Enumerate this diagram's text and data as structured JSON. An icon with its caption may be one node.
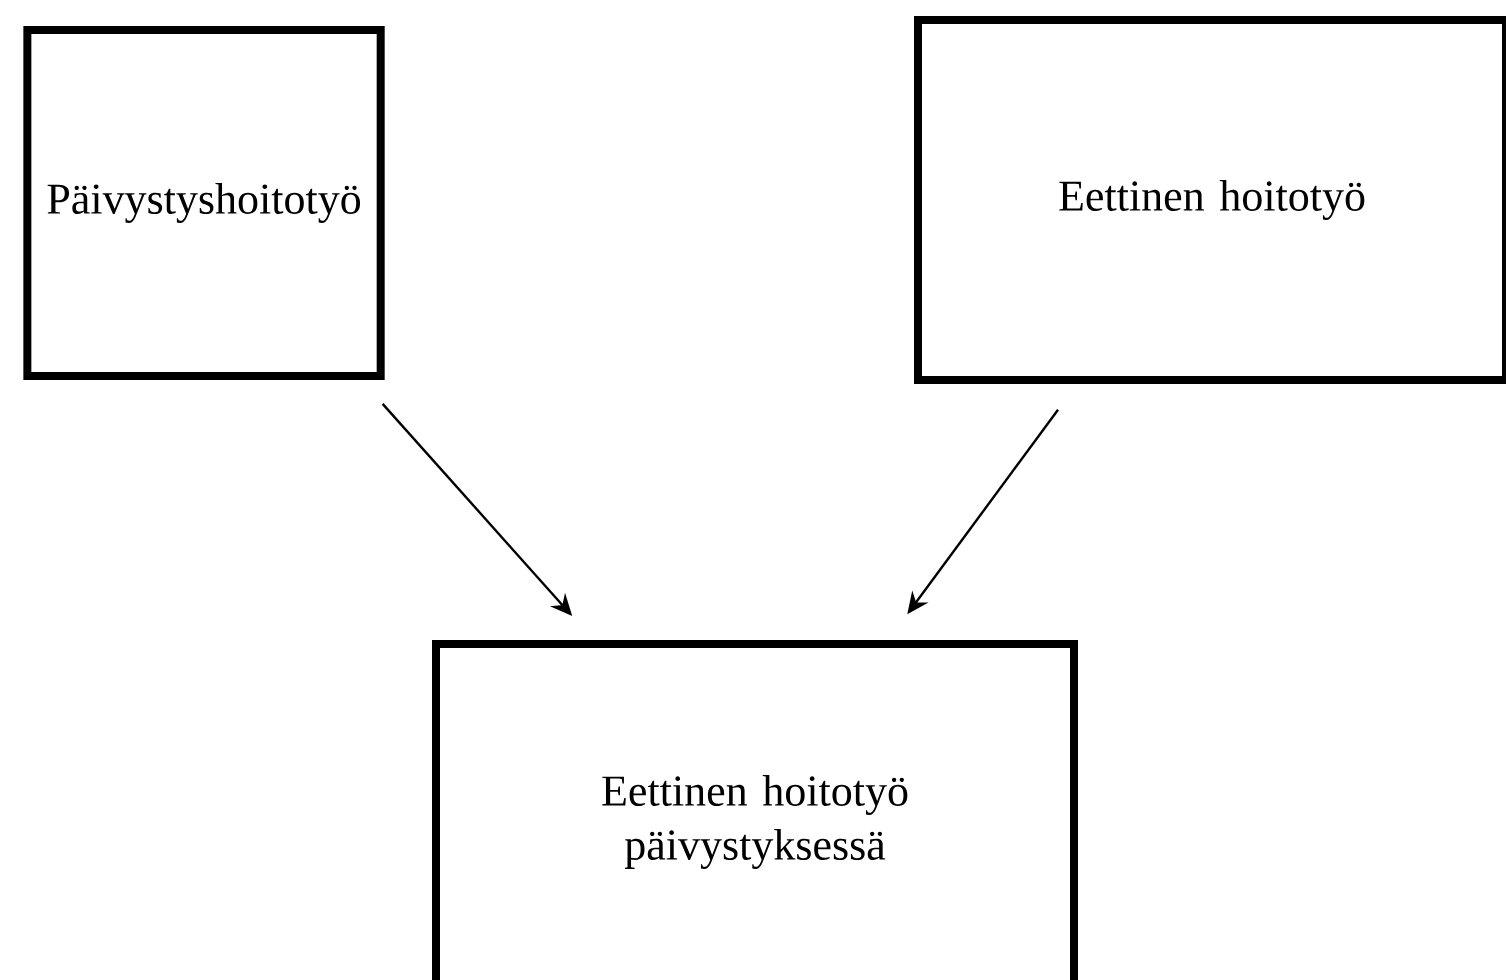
{
  "diagram": {
    "nodes": [
      {
        "text": [
          "Päivystyshoitotyö"
        ]
      },
      {
        "text": [
          "Eettinen hoitotyö"
        ]
      },
      {
        "text": [
          "Eettinen hoitotyö päivystyksessä"
        ]
      }
    ],
    "edges": [
      {
        "from": 0,
        "to": 2,
        "arrow": "to"
      },
      {
        "from": 1,
        "to": 2,
        "arrow": "to"
      }
    ]
  }
}
